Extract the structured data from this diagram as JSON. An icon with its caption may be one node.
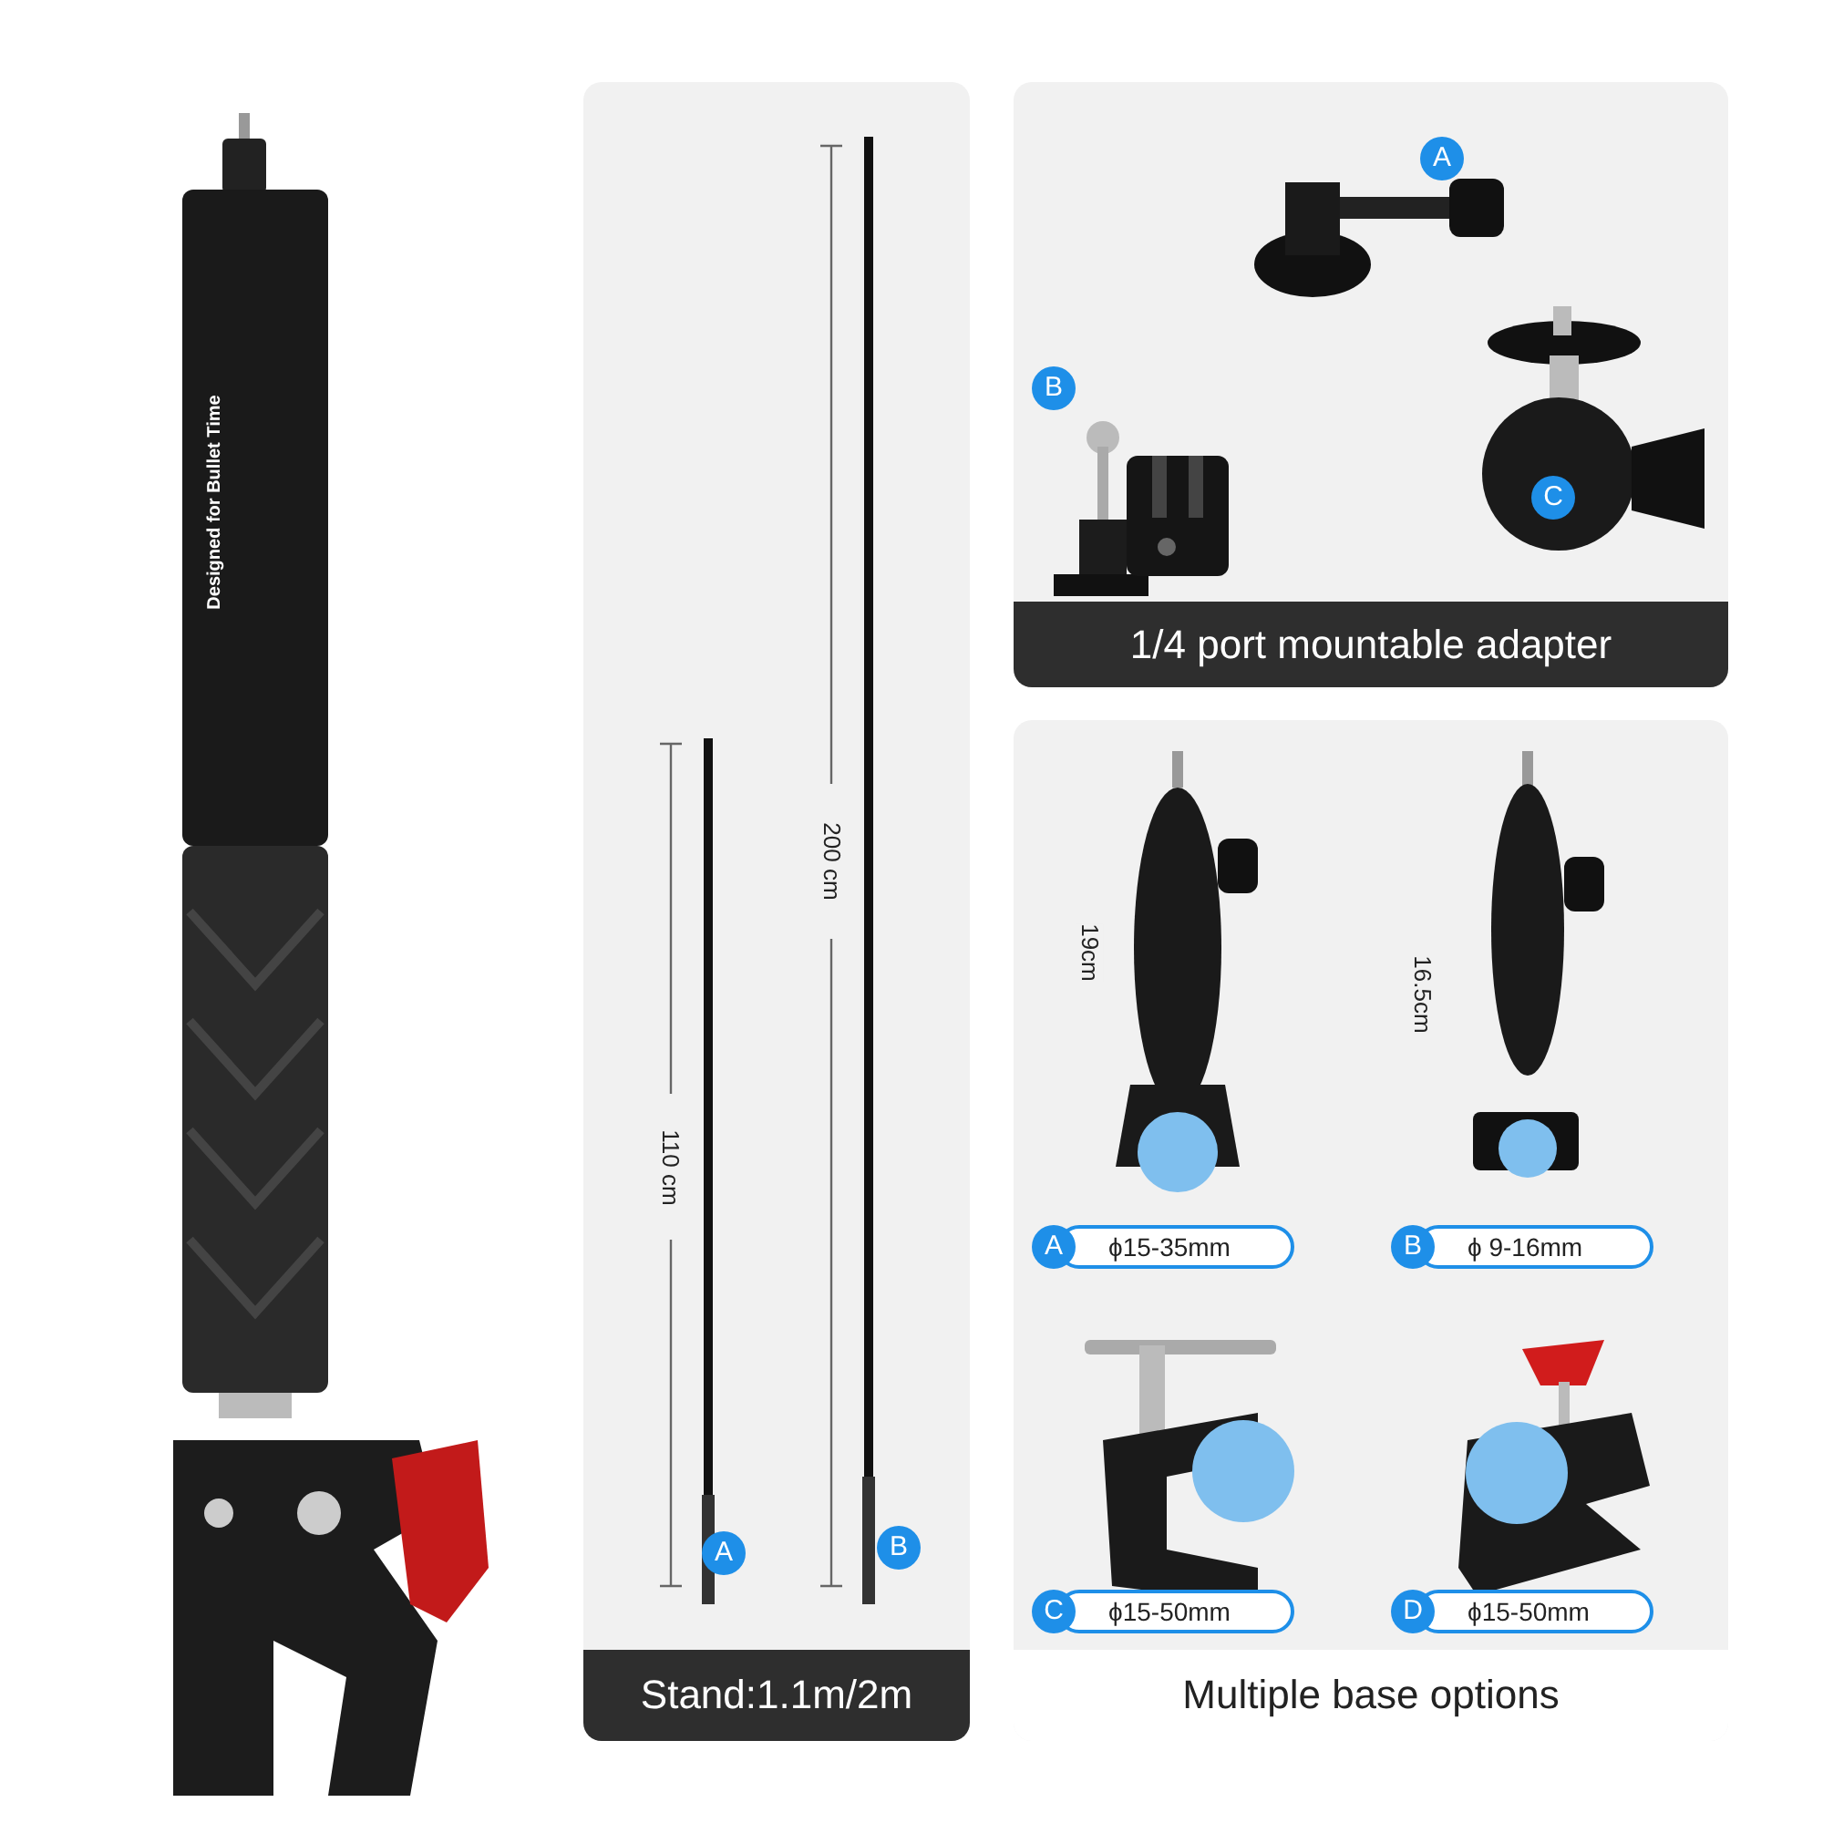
{
  "diagram": {
    "labels": [
      "Designed for Bullet Time",
      "200 cm",
      "110 cm",
      "A",
      "B",
      "Stand:1.1m/2m",
      "A",
      "B",
      "C",
      "1/4 port mountable adapter",
      "19cm",
      "16.5cm",
      "A",
      "ϕ15-35mm",
      "B",
      "ϕ 9-16mm",
      "C",
      "ϕ15-50mm",
      "D",
      "ϕ15-50mm",
      "Multiple base options"
    ]
  }
}
